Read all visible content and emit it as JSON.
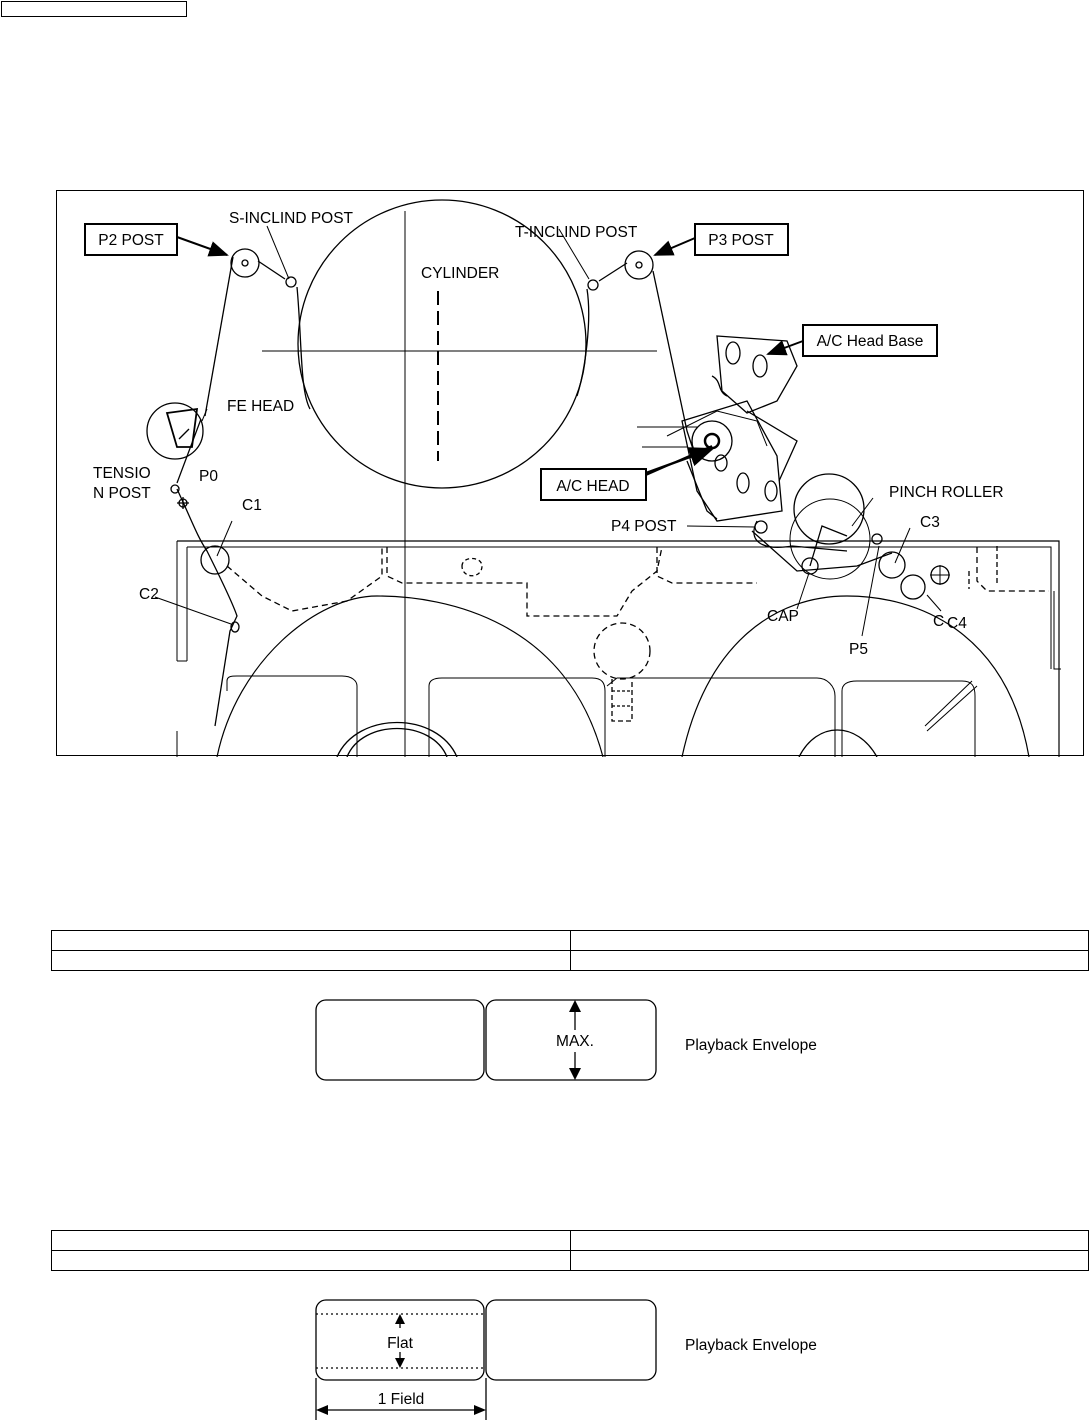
{
  "diagram": {
    "labels": {
      "p2_post": "P2 POST",
      "s_inclind_post": "S-INCLIND POST",
      "t_inclind_post": "T-INCLIND POST",
      "p3_post": "P3 POST",
      "cylinder": "CYLINDER",
      "ac_head_base": "A/C Head Base",
      "fe_head": "FE HEAD",
      "tension_post_line1": "TENSIO",
      "tension_post_line2": "N POST",
      "p0": "P0",
      "c1": "C1",
      "ac_head": "A/C HEAD",
      "pinch_roller": "PINCH ROLLER",
      "p4_post": "P4 POST",
      "c3": "C3",
      "c2": "C2",
      "cap": "CAP",
      "c_partial": "C",
      "c4": "C4",
      "p5": "P5"
    }
  },
  "waveform1": {
    "max_label": "MAX.",
    "caption": "Playback Envelope"
  },
  "waveform2": {
    "flat_label": "Flat",
    "field_label": "1 Field",
    "caption": "Playback Envelope"
  }
}
